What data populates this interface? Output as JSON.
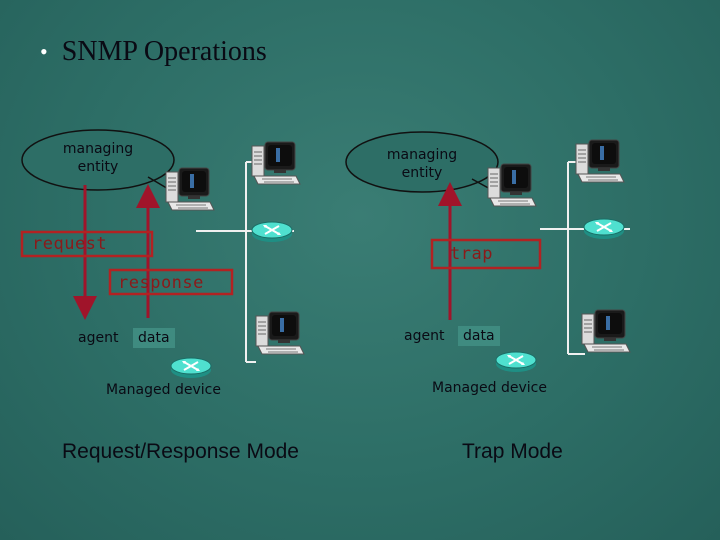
{
  "slide": {
    "bullet": "•",
    "title": "SNMP Operations"
  },
  "left_panel": {
    "managing_entity": "managing entity",
    "request": "request",
    "response": "response",
    "agent": "agent",
    "data": "data",
    "managed_device": "Managed device",
    "mode": "Request/Response Mode"
  },
  "right_panel": {
    "managing_entity": "managing entity",
    "trap": "trap",
    "agent": "agent",
    "data": "data",
    "managed_device": "Managed device",
    "mode": "Trap Mode"
  },
  "colors": {
    "background": "#2d6e66",
    "message_box": "#b22222",
    "message_text": "#8b1a1a",
    "arrow": "#a0142a",
    "router": "#3fd0c0",
    "data_box": "#3f8b80"
  },
  "icons": [
    "workstation-icon",
    "router-icon"
  ]
}
